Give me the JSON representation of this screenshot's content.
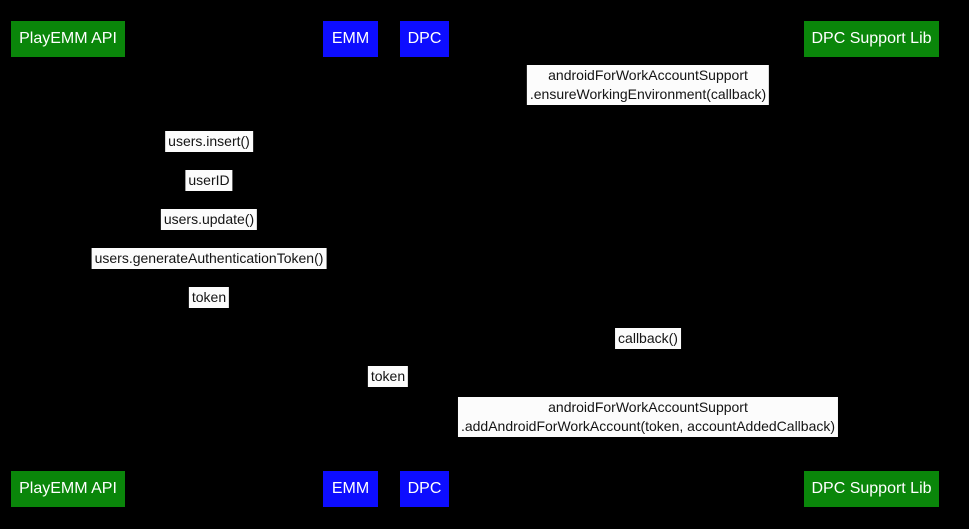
{
  "diagram": {
    "type": "sequence-diagram",
    "colors": {
      "background": "#000000",
      "actor_green": "#0a860a",
      "actor_blue": "#0d0dff",
      "actor_text": "#ffffff",
      "label_background": "#fcfcfc",
      "label_text": "#141414"
    },
    "actors": [
      {
        "id": "playemm-api",
        "label": "PlayEMM API",
        "color": "green"
      },
      {
        "id": "emm",
        "label": "EMM",
        "color": "blue"
      },
      {
        "id": "dpc",
        "label": "DPC",
        "color": "blue"
      },
      {
        "id": "dpc-support-lib",
        "label": "DPC Support Lib",
        "color": "green"
      }
    ],
    "messages": [
      {
        "line1": "androidForWorkAccountSupport",
        "line2": ".ensureWorkingEnvironment(callback)"
      },
      {
        "text": "users.insert()"
      },
      {
        "text": "userID"
      },
      {
        "text": "users.update()"
      },
      {
        "text": "users.generateAuthenticationToken()"
      },
      {
        "text": "token"
      },
      {
        "text": "callback()"
      },
      {
        "text": "token"
      },
      {
        "line1": "androidForWorkAccountSupport",
        "line2": ".addAndroidForWorkAccount(token, accountAddedCallback)"
      }
    ]
  }
}
